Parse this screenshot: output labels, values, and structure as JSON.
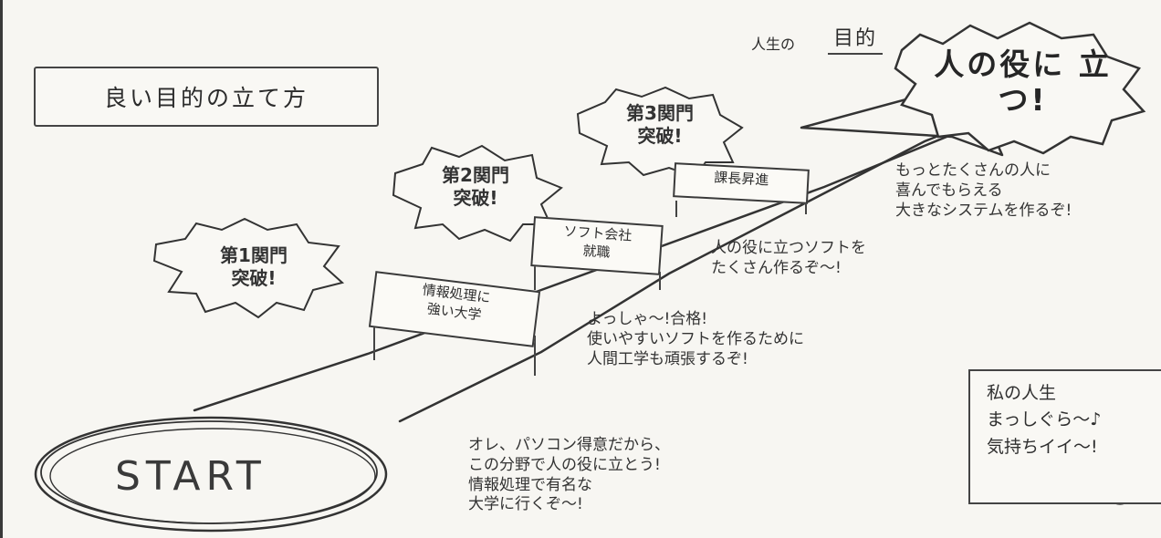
{
  "title": "良い目的の立て方",
  "purpose": {
    "prefix": "人生の",
    "word": "目的"
  },
  "goal": {
    "text": "人の役に\n立つ!"
  },
  "start": "START",
  "gates": [
    {
      "burst": "第1関門\n突破!",
      "sign": "情報処理に\n強い大学"
    },
    {
      "burst": "第2関門\n突破!",
      "sign": "ソフト会社\n就職"
    },
    {
      "burst": "第3関門\n突破!",
      "sign": "課長昇進"
    }
  ],
  "notes": {
    "start_note": "オレ、パソコン得意だから、\nこの分野で人の役に立とう!\n情報処理で有名な\n大学に行くぞ〜!",
    "gate1_note": "よっしゃ〜!合格!\n使いやすいソフトを作るために\n人間工学も頑張するぞ!",
    "gate2_note": "人の役に立つソフトを\nたくさん作るぞ〜!",
    "gate3_note": "もっとたくさんの人に\n喜んでもらえる\n大きなシステムを作るぞ!"
  },
  "life_box": {
    "text": "私の人生\nまっしぐら〜♪\n気持ちイイ〜!"
  },
  "colors": {
    "ink": "#2f2f2f",
    "paper": "#f7f6f2"
  }
}
